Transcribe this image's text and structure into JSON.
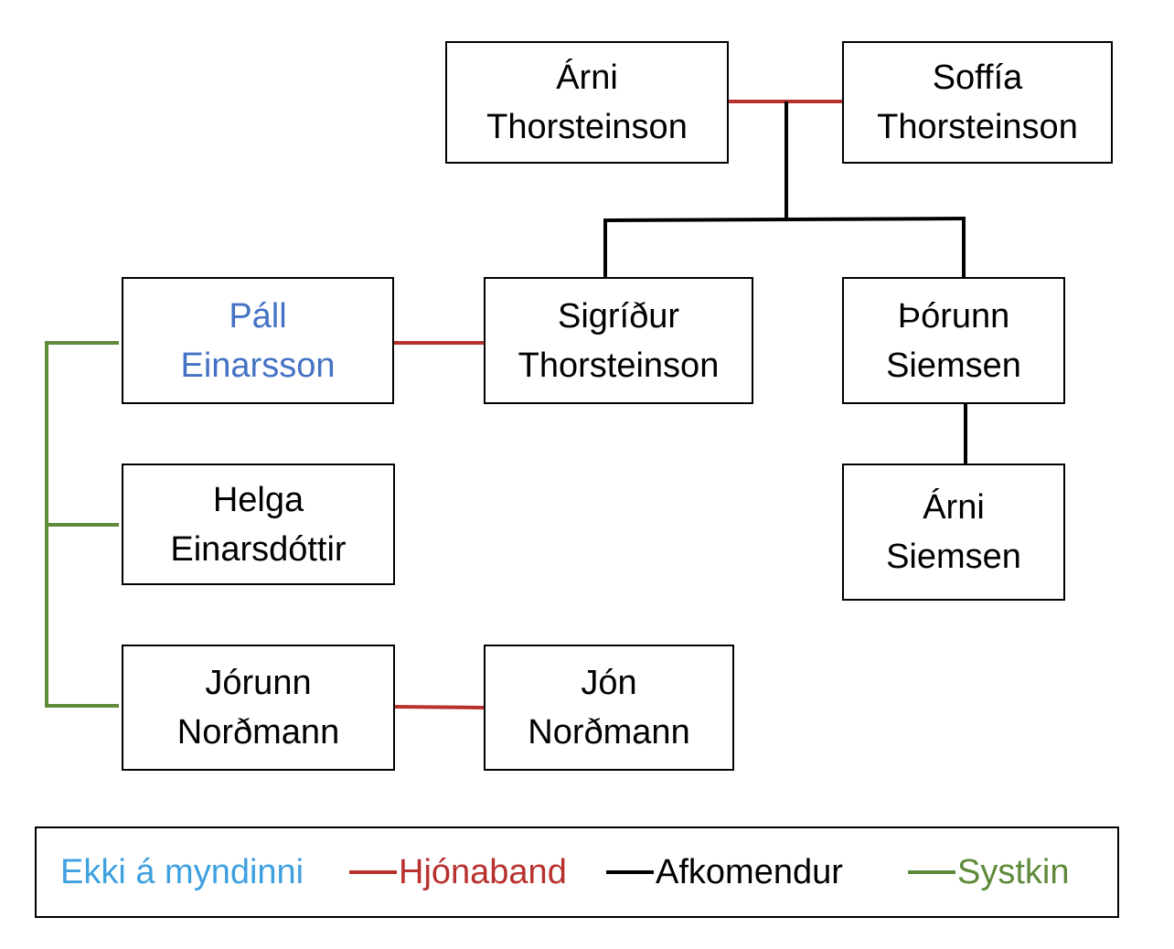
{
  "colors": {
    "marriage": "#b8312f",
    "descendant": "#000000",
    "sibling": "#5e8a3a",
    "not_pictured": "#4472c4",
    "legend_not_pictured": "#3fa0e0"
  },
  "people": {
    "arni_thorsteinson": {
      "first": "Árni",
      "last": "Thorsteinson"
    },
    "soffia_thorsteinson": {
      "first": "Soffía",
      "last": "Thorsteinson"
    },
    "pall_einarsson": {
      "first": "Páll",
      "last": "Einarsson"
    },
    "sigridur_thorsteinson": {
      "first": "Sigríður",
      "last": "Thorsteinson"
    },
    "thorunn_siemsen": {
      "first": "Þórunn",
      "last": "Siemsen"
    },
    "arni_siemsen": {
      "first": "Árni",
      "last": "Siemsen"
    },
    "helga_einarsdottir": {
      "first": "Helga",
      "last": "Einarsdóttir"
    },
    "jorunn_nordmann": {
      "first": "Jórunn",
      "last": "Norðmann"
    },
    "jon_nordmann": {
      "first": "Jón",
      "last": "Norðmann"
    }
  },
  "legend": {
    "not_pictured": "Ekki á myndinni",
    "marriage": "Hjónaband",
    "descendants": "Afkomendur",
    "siblings": "Systkin"
  }
}
